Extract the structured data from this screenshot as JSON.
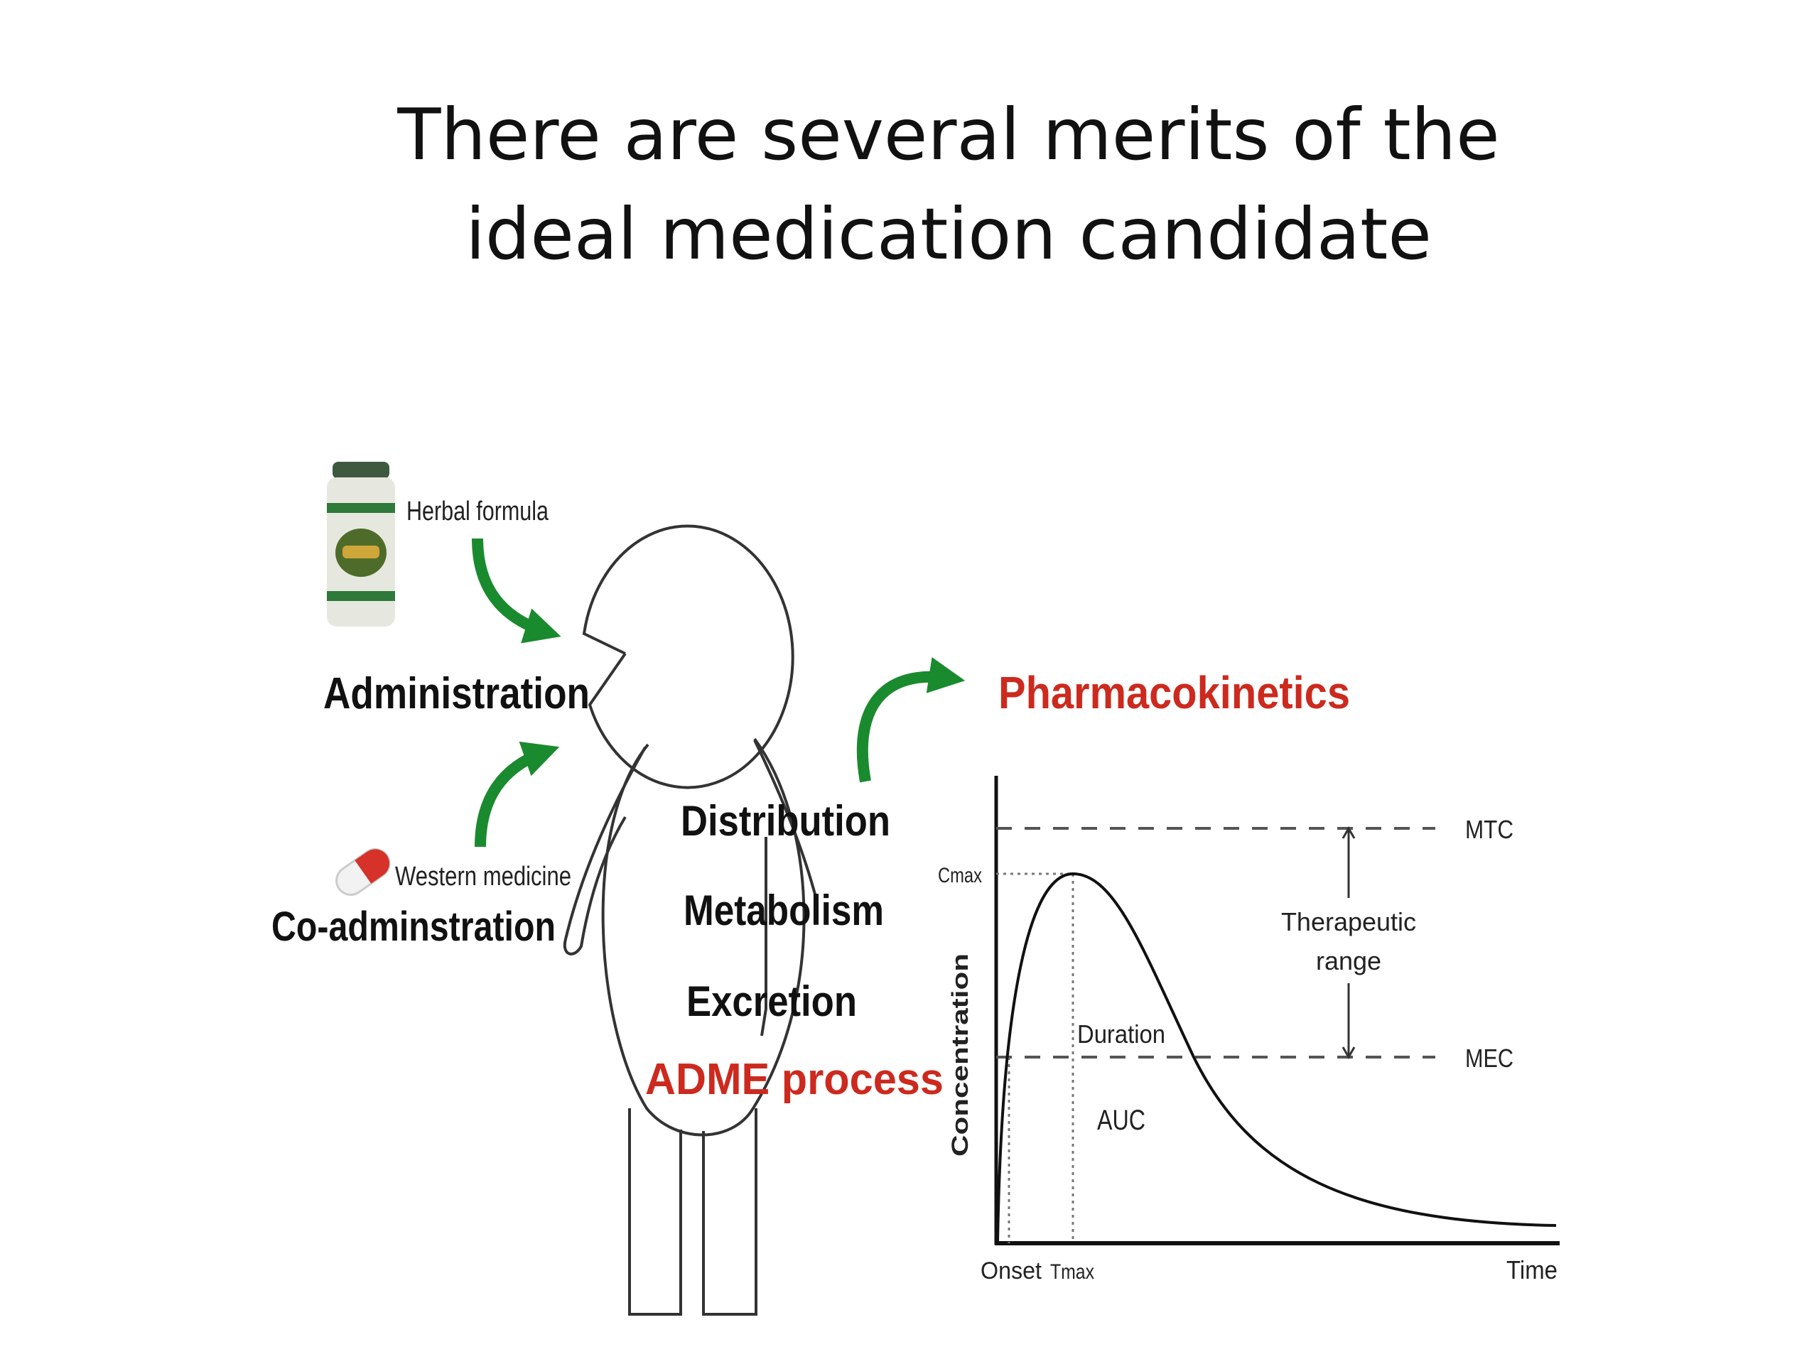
{
  "title": {
    "line1": "There are several merits of the",
    "line2": "ideal medication candidate"
  },
  "colors": {
    "arrow_green": "#1a8a2e",
    "accent_red": "#cc2a1e",
    "ink": "#111111"
  },
  "icons": {
    "herbal": "herbal-bottle-icon",
    "western": "pill-capsule-icon"
  },
  "left": {
    "herbal_formula": "Herbal formula",
    "administration": "Administration",
    "western_medicine": "Western medicine",
    "co_administration": "Co-adminstration"
  },
  "body": {
    "distribution": "Distribution",
    "metabolism": "Metabolism",
    "excretion": "Excretion",
    "adme": "ADME process"
  },
  "pk": {
    "title": "Pharmacokinetics",
    "cmax": "Cmax",
    "mtc": "MTC",
    "mec": "MEC",
    "therapeutic_line1": "Therapeutic",
    "therapeutic_line2": "range",
    "duration": "Duration",
    "auc": "AUC",
    "ylabel": "Concentration",
    "onset": "Onset",
    "tmax": "Tmax",
    "time": "Time"
  }
}
